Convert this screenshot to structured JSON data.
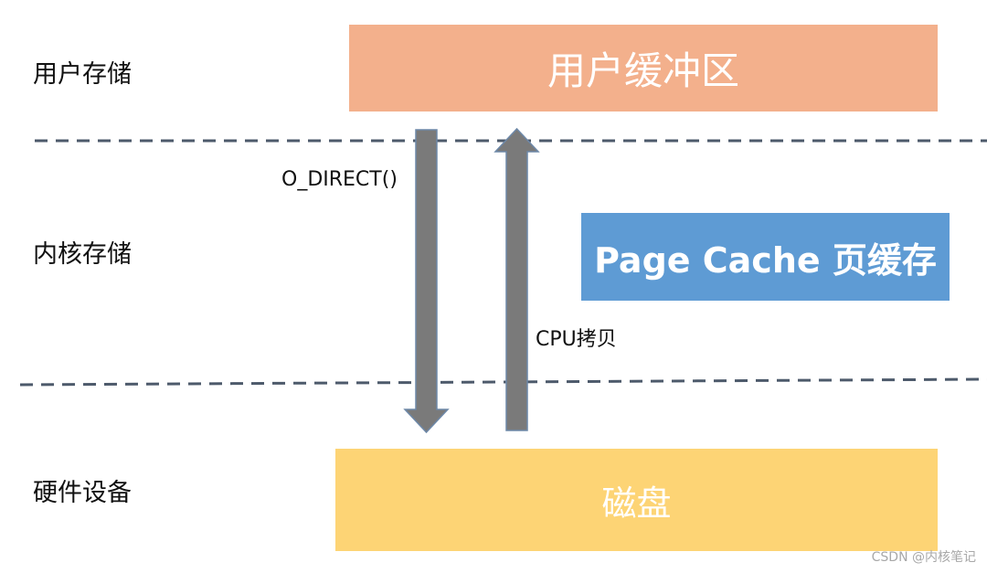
{
  "layers": {
    "user": "用户存储",
    "kernel": "内核存储",
    "hardware": "硬件设备"
  },
  "boxes": {
    "user_buffer": "用户缓冲区",
    "page_cache": "Page Cache 页缓存",
    "disk": "磁盘"
  },
  "flows": {
    "down_label": "O_DIRECT()",
    "up_label": "CPU拷贝"
  },
  "watermark": "CSDN @内核笔记",
  "colors": {
    "user_buffer": "#f3b08c",
    "page_cache": "#5e9bd4",
    "disk": "#fdd475",
    "arrow": "#7a7a7a",
    "arrow_outline": "#6d88a8",
    "dashed_line": "#4d5a6b"
  }
}
